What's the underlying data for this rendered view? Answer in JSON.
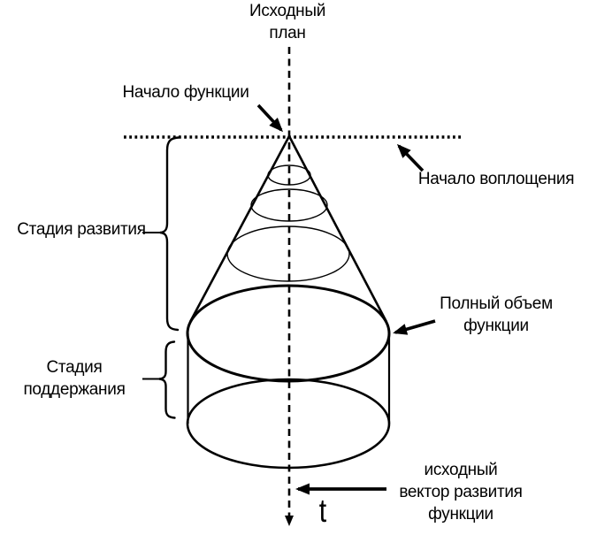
{
  "figure": {
    "type": "diagram",
    "subject": "cone-and-cylinder function development diagram",
    "colors": {
      "ink": "#000000",
      "background": "#ffffff"
    },
    "labels": {
      "initial_plan": "Исходный\nплан",
      "function_start": "Начало функции",
      "implementation_start": "Начало воплощения",
      "development_stage": "Стадия развития",
      "maintenance_stage": "Стадия\nподдержания",
      "full_function_volume": "Полный объем\nфункции",
      "initial_vector": "исходный\nвектор развития\nфункции",
      "time_axis": "t"
    }
  }
}
